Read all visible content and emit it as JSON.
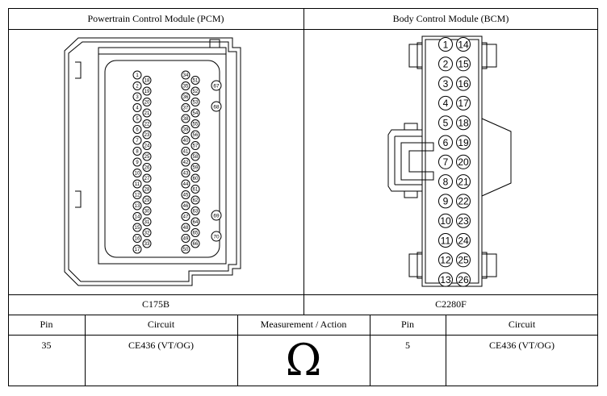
{
  "pcm": {
    "title": "Powertrain Control Module (PCM)",
    "connector": "C175B",
    "pins_left_col1": [
      "1",
      "2",
      "3",
      "4",
      "5",
      "6",
      "7",
      "8",
      "9",
      "10",
      "11",
      "12",
      "13",
      "14",
      "15",
      "16",
      "17"
    ],
    "pins_left_col2": [
      "18",
      "19",
      "20",
      "21",
      "22",
      "23",
      "24",
      "25",
      "26",
      "27",
      "28",
      "29",
      "30",
      "31",
      "32",
      "33"
    ],
    "pins_mid_col1": [
      "34",
      "35",
      "36",
      "37",
      "38",
      "39",
      "40",
      "41",
      "42",
      "43",
      "44",
      "45",
      "46",
      "47",
      "48",
      "49",
      "50"
    ],
    "pins_mid_col2": [
      "51",
      "52",
      "53",
      "54",
      "55",
      "56",
      "57",
      "58",
      "59",
      "60",
      "61",
      "62",
      "63",
      "64",
      "65",
      "66"
    ],
    "pins_right": [
      "67",
      "68",
      "69",
      "70"
    ]
  },
  "bcm": {
    "title": "Body Control Module (BCM)",
    "connector": "C2280F",
    "pins_left": [
      "1",
      "2",
      "3",
      "4",
      "5",
      "6",
      "7",
      "8",
      "9",
      "10",
      "11",
      "12",
      "13"
    ],
    "pins_right": [
      "14",
      "15",
      "16",
      "17",
      "18",
      "19",
      "20",
      "21",
      "22",
      "23",
      "24",
      "25",
      "26"
    ]
  },
  "table": {
    "headers": {
      "pin_a": "Pin",
      "circuit_a": "Circuit",
      "measurement": "Measurement / Action",
      "pin_b": "Pin",
      "circuit_b": "Circuit"
    },
    "row": {
      "pin_a": "35",
      "circuit_a": "CE436 (VT/OG)",
      "measurement_symbol": "Ω",
      "pin_b": "5",
      "circuit_b": "CE436 (VT/OG)"
    }
  }
}
